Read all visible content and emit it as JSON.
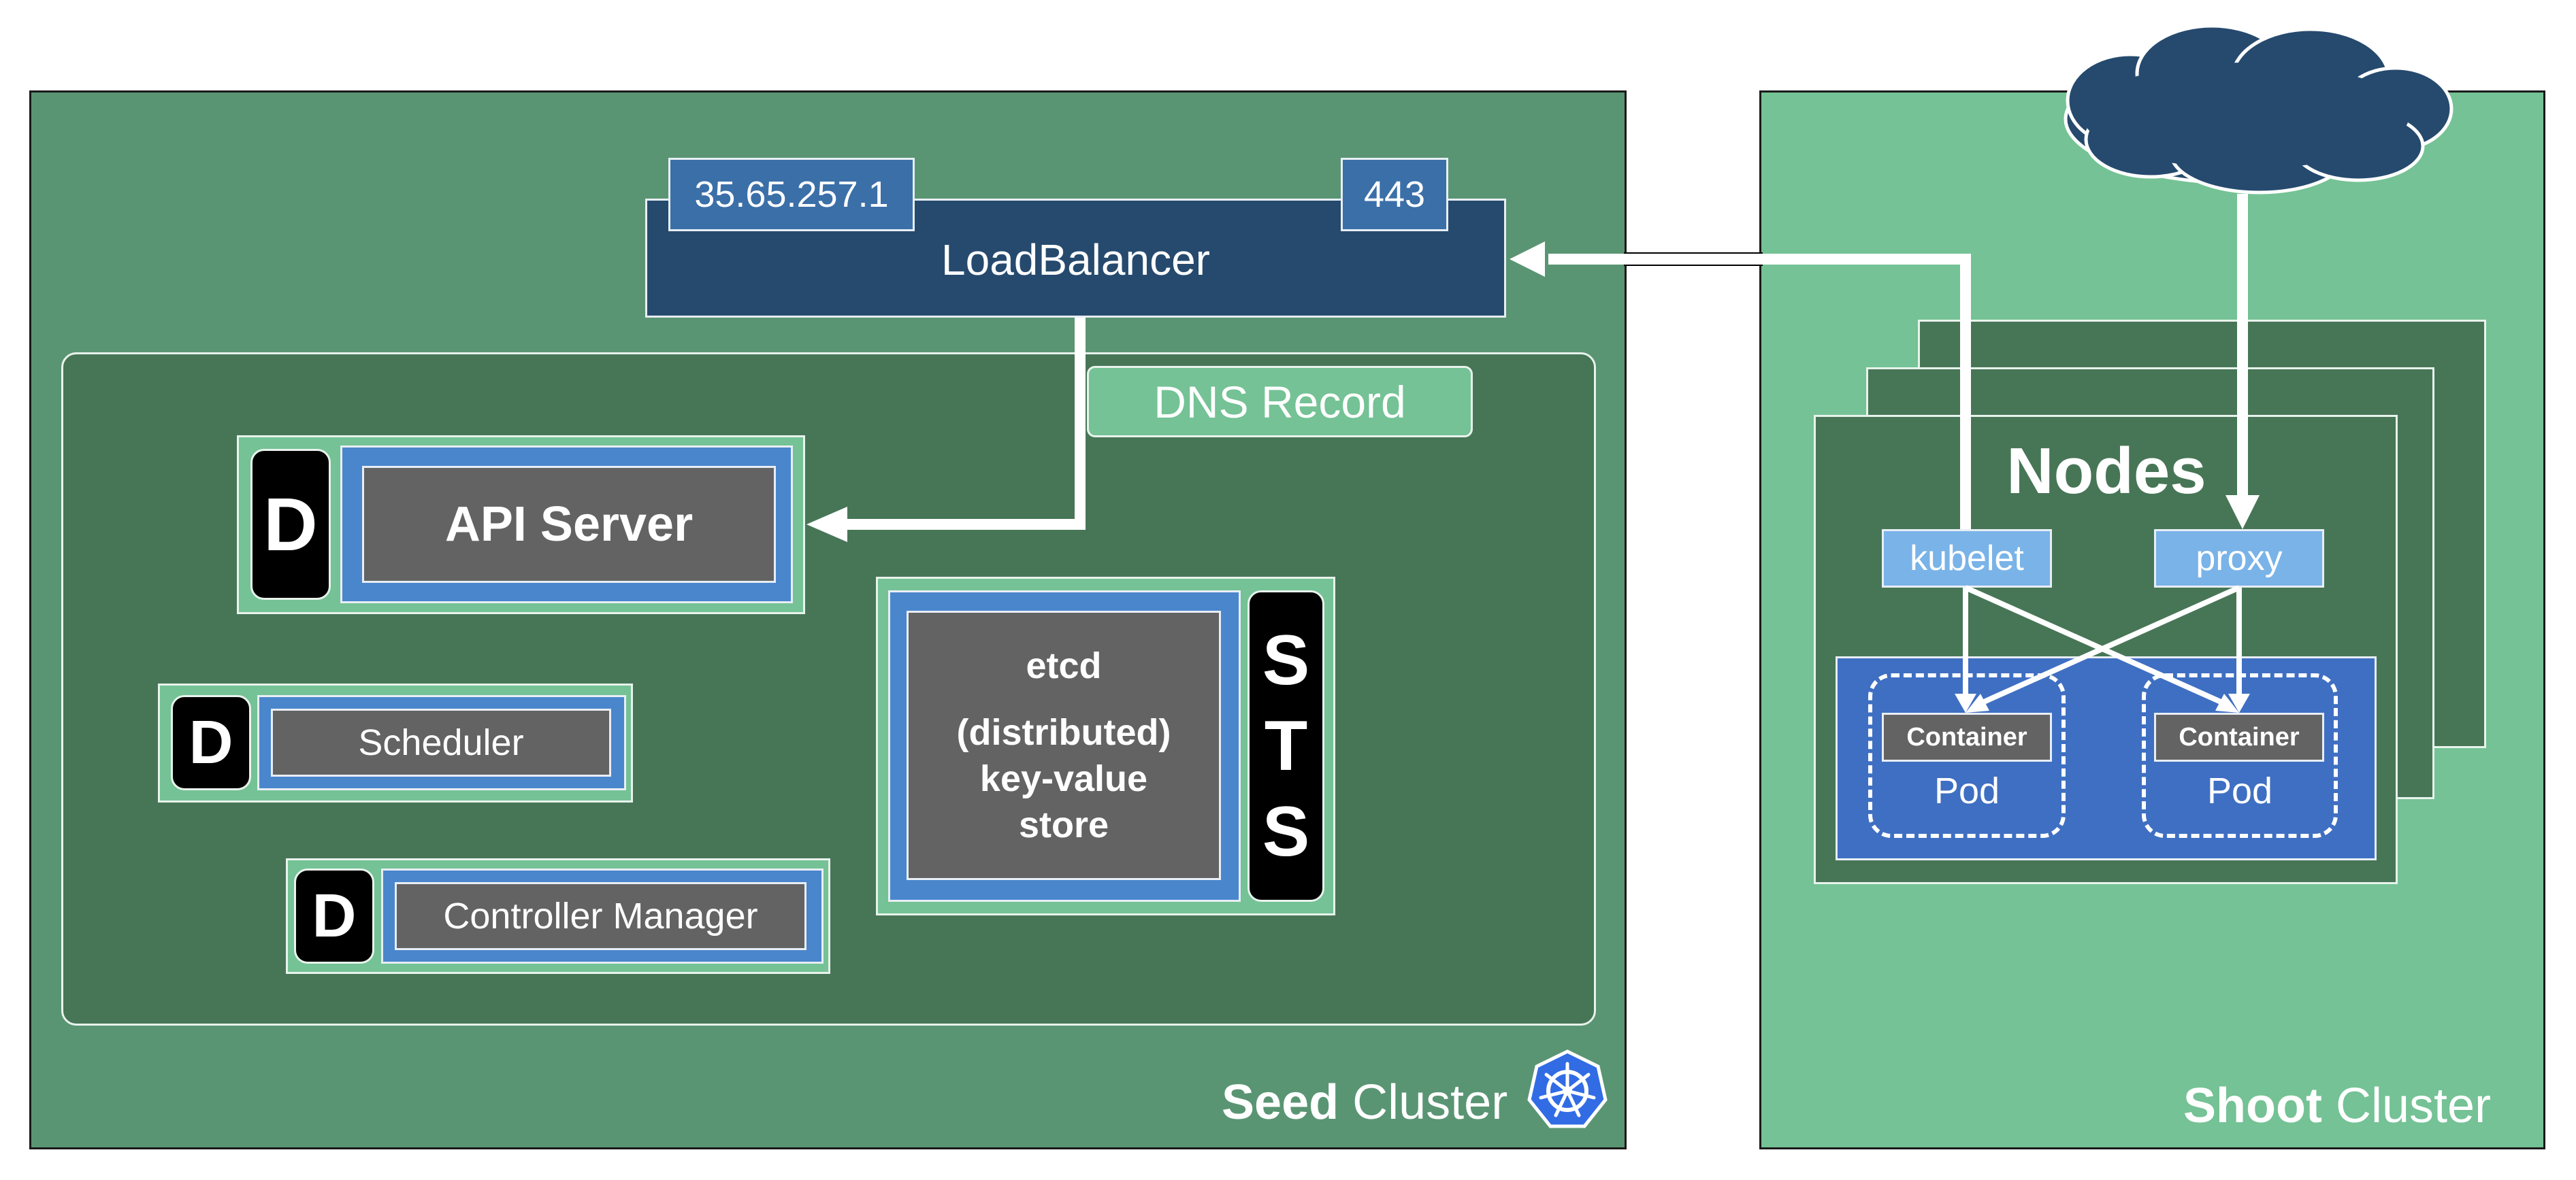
{
  "load_balancer": {
    "label": "LoadBalancer",
    "ip": "35.65.257.1",
    "port": "443"
  },
  "dns_record": "DNS Record",
  "seed": {
    "deployment_marker": "D",
    "api_server": "API Server",
    "scheduler": "Scheduler",
    "controller_manager": "Controller Manager",
    "etcd": {
      "line1": "etcd",
      "line2": "(distributed)",
      "line3": "key-value",
      "line4": "store"
    },
    "sts_letters": [
      "S",
      "T",
      "S"
    ],
    "cluster_label_bold": "Seed",
    "cluster_label_rest": "Cluster",
    "logo_icon": "kubernetes-helm-wheel"
  },
  "shoot": {
    "nodes_title": "Nodes",
    "kubelet": "kubelet",
    "proxy": "proxy",
    "pods": [
      {
        "container": "Container",
        "label": "Pod"
      },
      {
        "container": "Container",
        "label": "Pod"
      }
    ],
    "cluster_label_bold": "Shoot",
    "cluster_label_rest": "Cluster",
    "cloud_icon": "cloud-icon"
  },
  "colors": {
    "seed_bg": "#5a9573",
    "shoot_bg": "#74c295",
    "namespace_bg": "#477656",
    "loadbalancer_bg": "#264a6e",
    "component_frame": "#4a86cc",
    "component_core": "#636363",
    "pods_area": "#3f6fc2",
    "service_box": "#79b3e8"
  }
}
